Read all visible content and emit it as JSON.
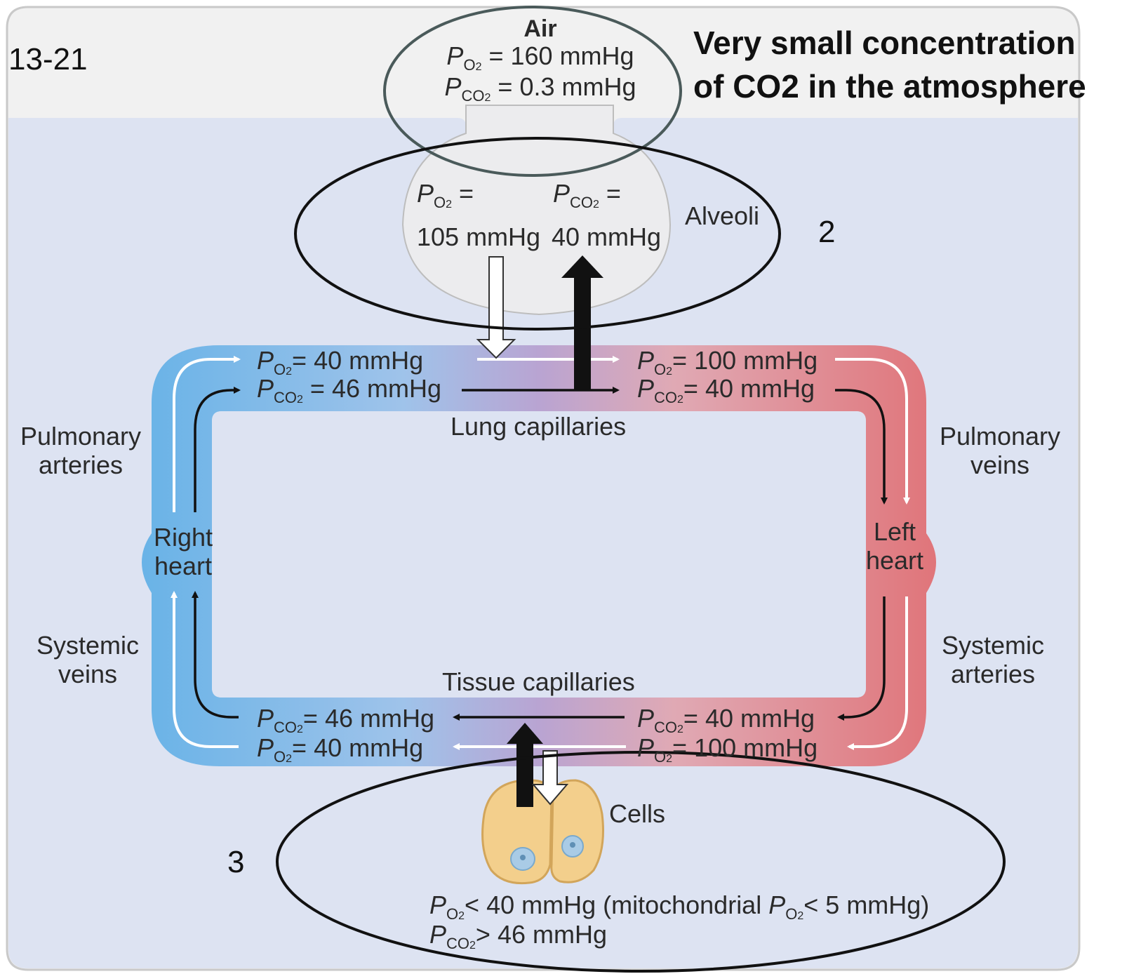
{
  "figure_number": "13-21",
  "annotation": {
    "line1": "Very small concentration",
    "line2": "of CO2 in the atmosphere"
  },
  "marker_2": "2",
  "marker_3": "3",
  "air": {
    "title": "Air",
    "p": "P",
    "o2_sub": "O",
    "o2_num": "2",
    "co2_sub": "CO",
    "co2_num": "2",
    "po2_value": " = 160 mmHg",
    "pco2_value": " = 0.3 mmHg"
  },
  "alveoli": {
    "label": "Alveoli",
    "po2_prefix": " =",
    "pco2_prefix": " =",
    "po2_value": "105 mmHg",
    "pco2_value": "40 mmHg"
  },
  "lung_capillaries": {
    "label": "Lung capillaries",
    "left_po2": "= 40 mmHg",
    "left_pco2": " = 46 mmHg",
    "right_po2": "= 100 mmHg",
    "right_pco2": "= 40 mmHg"
  },
  "tissue_capillaries": {
    "label": "Tissue capillaries",
    "left_pco2": "= 46 mmHg",
    "left_po2": "= 40 mmHg",
    "right_pco2": "= 40 mmHg",
    "right_po2": "= 100 mmHg"
  },
  "vessels": {
    "pulmonary_arteries_1": "Pulmonary",
    "pulmonary_arteries_2": "arteries",
    "pulmonary_veins_1": "Pulmonary",
    "pulmonary_veins_2": "veins",
    "systemic_veins_1": "Systemic",
    "systemic_veins_2": "veins",
    "systemic_arteries_1": "Systemic",
    "systemic_arteries_2": "arteries"
  },
  "heart": {
    "right_1": "Right",
    "right_2": "heart",
    "left_1": "Left",
    "left_2": "heart"
  },
  "cells": {
    "label": "Cells",
    "po2_text": "< 40 mmHg (mitochondrial ",
    "po2_text_end": "< 5 mmHg)",
    "pco2_text": "> 46 mmHg"
  },
  "colors": {
    "venous_blue": "#69b3e7",
    "arterial_red": "#e0757a",
    "panel_bg": "#dde3f2",
    "cell_fill": "#f3cf8c"
  }
}
